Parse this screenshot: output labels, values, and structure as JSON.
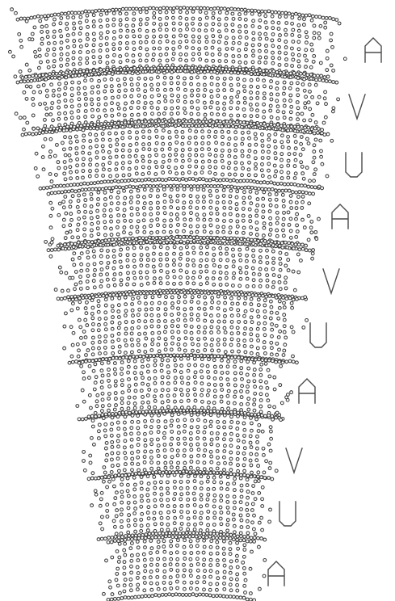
{
  "figure": {
    "description_kind": "stacked funnel of dotted bands with letter labels",
    "band_labels": [
      "A",
      "V",
      "U",
      "A",
      "V",
      "U",
      "A",
      "V",
      "U",
      "A"
    ],
    "colors": {
      "background": "#ffffff",
      "dot_outline": "#3c3c3c",
      "dot_fill": "#ffffff",
      "letter_stroke": "#4a4a4a"
    }
  }
}
